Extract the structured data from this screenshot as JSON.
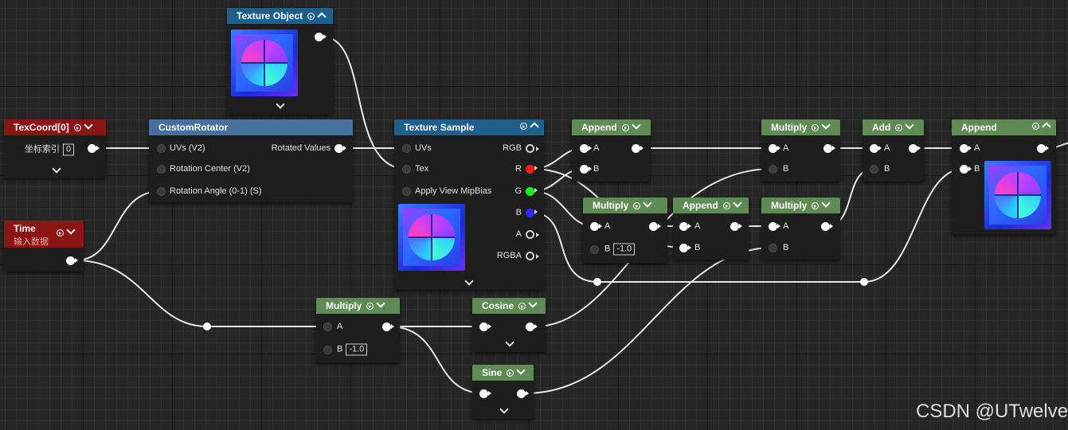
{
  "nodes": {
    "texture_object": {
      "title": "Texture Object"
    },
    "texcoord": {
      "title": "TexCoord[0]",
      "param_label": "坐标索引",
      "param_value": "0"
    },
    "custom_rotator": {
      "title": "CustomRotator",
      "in_uvs": "UVs (V2)",
      "in_center": "Rotation Center (V2)",
      "in_angle": "Rotation Angle (0-1) (S)",
      "out_rotated": "Rotated Values"
    },
    "time": {
      "title": "Time",
      "subtitle": "输入数据"
    },
    "texture_sample": {
      "title": "Texture Sample",
      "in_uvs": "UVs",
      "in_tex": "Tex",
      "in_mip": "Apply View MipBias",
      "out_rgb": "RGB",
      "out_r": "R",
      "out_g": "G",
      "out_b": "B",
      "out_a": "A",
      "out_rgba": "RGBA"
    },
    "append1": {
      "title": "Append",
      "in_a": "A",
      "in_b": "B"
    },
    "multiply_top": {
      "title": "Multiply",
      "in_a": "A",
      "in_b": "B"
    },
    "add": {
      "title": "Add",
      "in_a": "A",
      "in_b": "B"
    },
    "append_final": {
      "title": "Append",
      "in_a": "A",
      "in_b": "B"
    },
    "multiply_neg": {
      "title": "Multiply",
      "in_a": "A",
      "in_b": "B",
      "b_value": "-1.0"
    },
    "append2": {
      "title": "Append",
      "in_a": "A",
      "in_b": "B"
    },
    "multiply_mid": {
      "title": "Multiply",
      "in_a": "A",
      "in_b": "B"
    },
    "multiply_time": {
      "title": "Multiply",
      "in_a": "A",
      "in_b": "B",
      "b_value": "-1.0"
    },
    "cosine": {
      "title": "Cosine"
    },
    "sine": {
      "title": "Sine"
    }
  },
  "watermark": "CSDN @UTwelve",
  "colors": {
    "header_green": "#5f8c55",
    "header_blue": "#1f5f8b",
    "header_red": "#8b1414",
    "header_steel": "#46709e",
    "pin_r": "#ff1a1a",
    "pin_g": "#1aff1a",
    "pin_b": "#2a2aff"
  }
}
